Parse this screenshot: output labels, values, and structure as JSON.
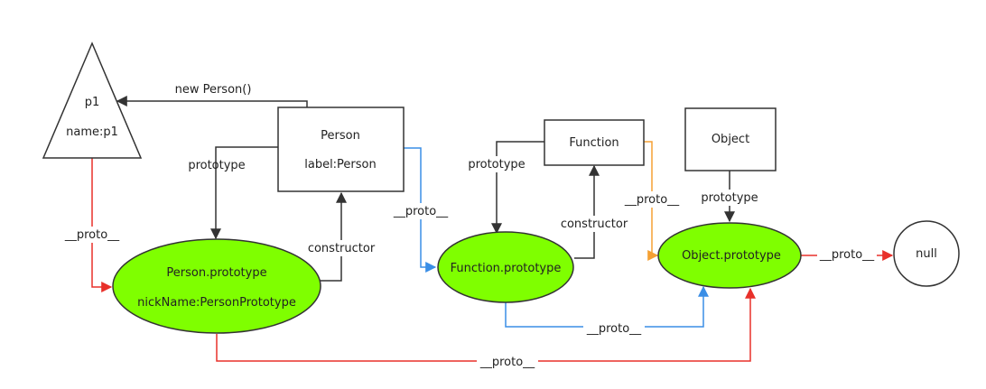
{
  "nodes": {
    "p1": {
      "title": "p1",
      "subtitle": "name:p1"
    },
    "person": {
      "title": "Person",
      "subtitle": "label:Person"
    },
    "function": {
      "title": "Function"
    },
    "object": {
      "title": "Object"
    },
    "person_prototype": {
      "title": "Person.prototype",
      "subtitle": "nickName:PersonPrototype"
    },
    "function_prototype": {
      "title": "Function.prototype"
    },
    "object_prototype": {
      "title": "Object.prototype"
    },
    "null": {
      "title": "null"
    }
  },
  "edges": {
    "new_person": "new Person()",
    "person_prototype": "prototype",
    "person_constructor": "constructor",
    "p1_proto": "__proto__",
    "person_proto": "__proto__",
    "function_prototype": "prototype",
    "function_constructor": "constructor",
    "function_proto": "__proto__",
    "object_prototype": "prototype",
    "object_proto_null": "__proto__",
    "function_prototype_proto": "__proto__",
    "person_prototype_proto": "__proto__"
  },
  "colors": {
    "node_fill_prototype": "#7fff00",
    "line_black": "#333333",
    "line_red": "#e8302a",
    "line_blue": "#3a8ee6",
    "line_orange": "#f5a033"
  }
}
